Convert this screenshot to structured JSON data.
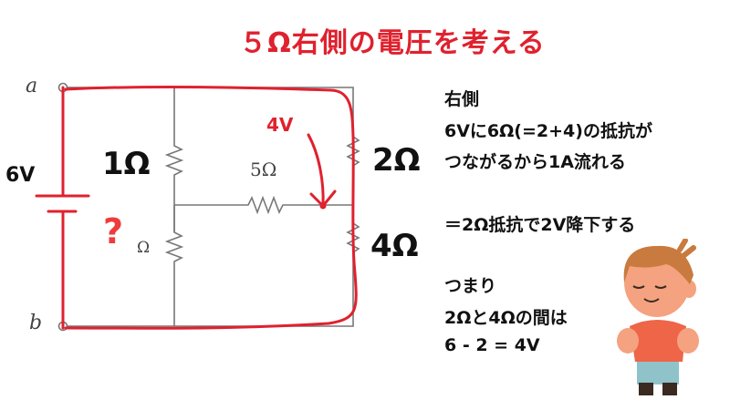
{
  "title": "５Ω右側の電圧を考える",
  "circuit": {
    "terminal_a": "a",
    "terminal_b": "b",
    "source_label": "6V",
    "r1_label": "1Ω",
    "r2_label": "2Ω",
    "r4_label": "4Ω",
    "r5_label": "5Ω",
    "unknown_mark": "?",
    "unknown_ohm": "Ω",
    "annotation_voltage": "4V"
  },
  "explanation": {
    "lines": [
      "右側",
      "6Vに6Ω(=2+4)の抵抗が",
      "つながるから1A流れる",
      "＝2Ω抵抗で2V降下する",
      "つまり",
      "2Ωと4Ωの間は",
      "6 - 2 = 4V"
    ]
  },
  "colors": {
    "accent": "#e0212e",
    "wire": "#666666"
  }
}
